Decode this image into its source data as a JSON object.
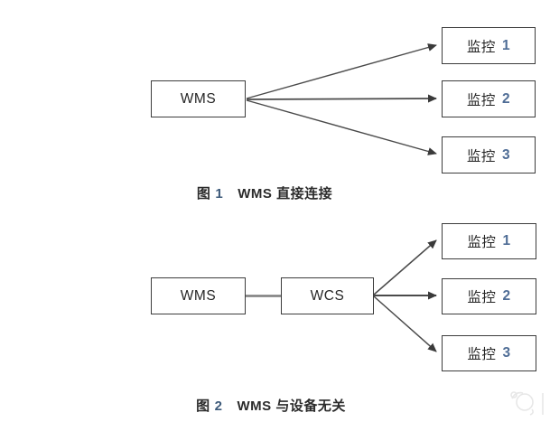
{
  "page": {
    "background": "#ffffff",
    "language": "zh-CN"
  },
  "colors": {
    "box_border": "#3c3c3c",
    "label_text": "#262626",
    "digit_accent": "#4f6d96",
    "arrow_line": "#4a4a4a",
    "connector_line": "#7d7d7d",
    "watermark": "#d9d9d9"
  },
  "figure1": {
    "source": {
      "label": "WMS"
    },
    "targets": [
      {
        "label": "监控",
        "num": "1"
      },
      {
        "label": "监控",
        "num": "2"
      },
      {
        "label": "监控",
        "num": "3"
      }
    ],
    "caption": {
      "prefix": "图",
      "num": "1",
      "text": "WMS 直接连接"
    }
  },
  "figure2": {
    "source": {
      "label": "WMS"
    },
    "middle": {
      "label": "WCS"
    },
    "targets": [
      {
        "label": "监控",
        "num": "1"
      },
      {
        "label": "监控",
        "num": "2"
      },
      {
        "label": "监控",
        "num": "3"
      }
    ],
    "caption": {
      "prefix": "图",
      "num": "2",
      "text": "WMS 与设备无关"
    }
  }
}
